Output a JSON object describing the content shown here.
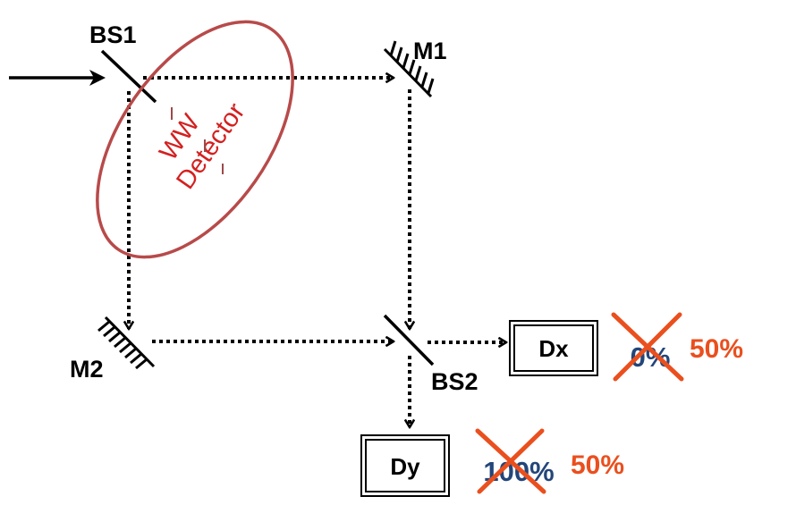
{
  "labels": {
    "bs1": "BS1",
    "m1": "M1",
    "m2": "M2",
    "bs2": "BS2"
  },
  "ww_detector": {
    "line1": "WW",
    "line2": "Detector"
  },
  "detectors": {
    "dx": {
      "name": "Dx",
      "old_value": "0%",
      "new_value": "50%"
    },
    "dy": {
      "name": "Dy",
      "old_value": "100%",
      "new_value": "50%"
    }
  },
  "colors": {
    "ellipse": "#b84a4a",
    "ww_text": "#d42020",
    "strike": "#ea4f1e",
    "old_value": "#23467a",
    "new_value": "#ea4f1e",
    "lines": "#000000"
  }
}
